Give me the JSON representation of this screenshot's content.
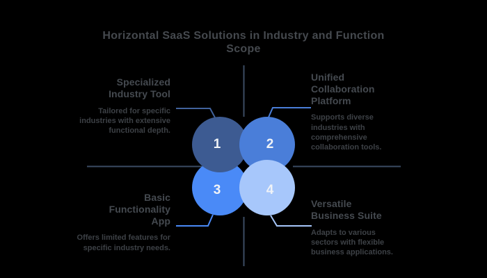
{
  "title": "Horizontal SaaS Solutions in Industry and Function Scope",
  "items": [
    {
      "number": "1",
      "heading": "Specialized Industry Tool",
      "description": "Tailored for specific industries with extensive functional depth.",
      "circle_color": "#3d5b92",
      "connector_color": "#41639d"
    },
    {
      "number": "2",
      "heading": "Unified Collaboration Platform",
      "description": "Supports diverse industries with comprehensive collaboration tools.",
      "circle_color": "#4a7ed9",
      "connector_color": "#4a7ed9"
    },
    {
      "number": "3",
      "heading": "Basic Functionality App",
      "description": "Offers limited features for specific industry needs.",
      "circle_color": "#4a8af7",
      "connector_color": "#4a8af7"
    },
    {
      "number": "4",
      "heading": "Versatile Business Suite",
      "description": "Adapts to various sectors with flexible business applications.",
      "circle_color": "#a7c7fb",
      "connector_color": "#a7c7fb"
    }
  ],
  "colors": {
    "background": "#000000",
    "title_text": "#45494e",
    "heading_text": "#454a50",
    "description_text": "#3d4146",
    "number_text": "#f0f3f7",
    "axis_line": "#3b4c63"
  }
}
